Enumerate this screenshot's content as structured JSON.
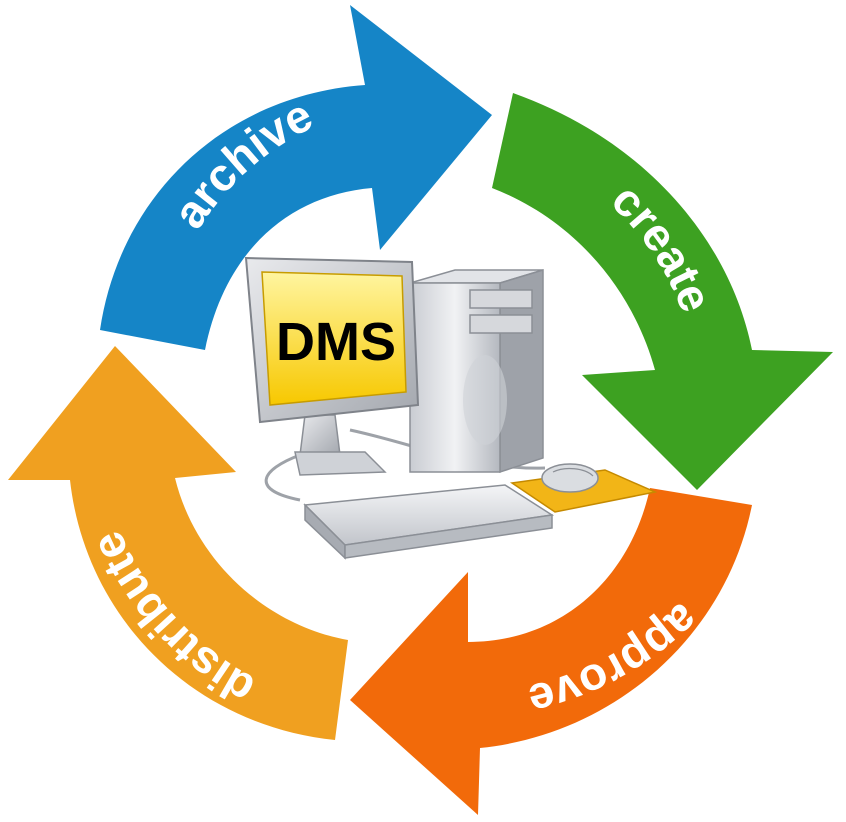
{
  "screen": {
    "label": "DMS"
  },
  "cycle": {
    "steps": [
      {
        "label": "create",
        "color": "#3da121"
      },
      {
        "label": "approve",
        "color": "#f26a0a"
      },
      {
        "label": "distribute",
        "color": "#f0a020"
      },
      {
        "label": "archive",
        "color": "#1585c7"
      }
    ]
  }
}
